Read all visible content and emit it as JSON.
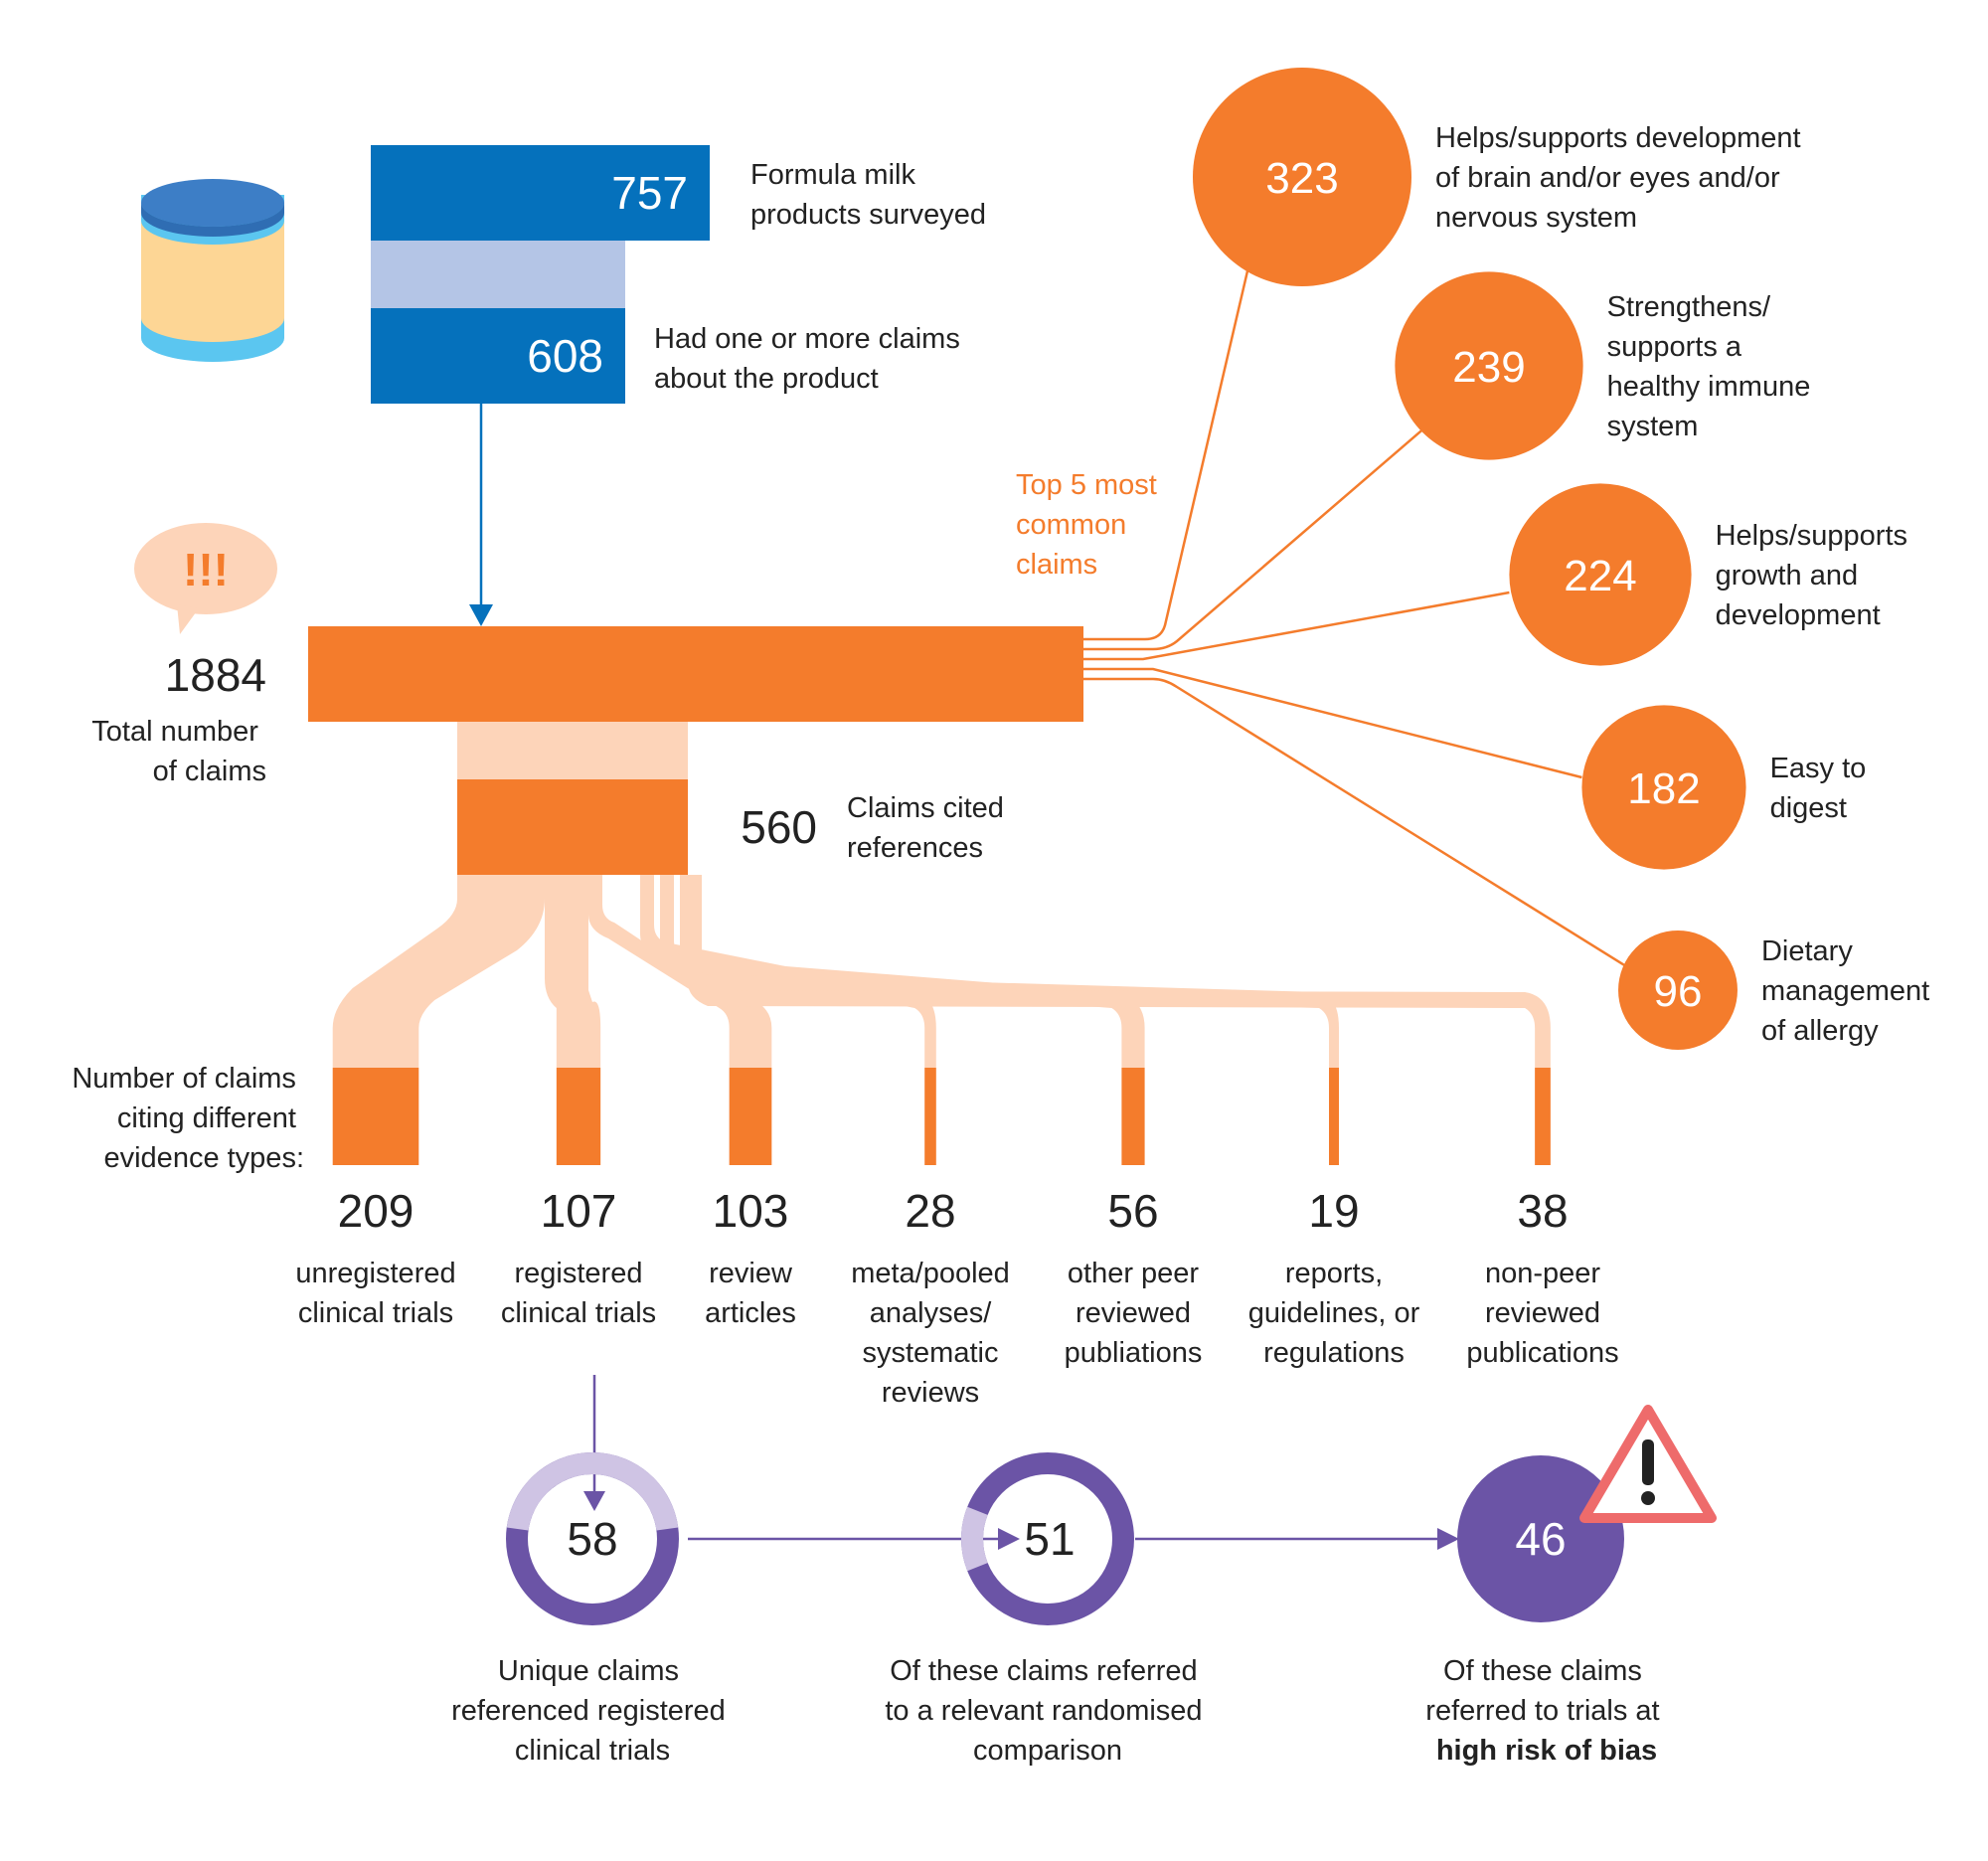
{
  "colors": {
    "blue": "#0571BC",
    "blue_light": "#B4C5E6",
    "orange": "#F47C2C",
    "orange_light": "#FDD4B9",
    "orange_text": "#F47C2C",
    "purple": "#6B54A6",
    "purple_light": "#CFC4E4",
    "text": "#222222",
    "warning": "#EE6B6B",
    "can_top": "#3D7EC6",
    "can_band": "#5BC6F0",
    "can_body": "#FDD695"
  },
  "icons": {
    "can": "formula-can-icon",
    "speech": "speech-bubble-icon",
    "warning": "warning-triangle-icon"
  },
  "products": {
    "surveyed": {
      "value": "757",
      "label_lines": [
        "Formula milk",
        "products surveyed"
      ]
    },
    "with_claims": {
      "value": "608",
      "label_lines": [
        "Had one or more claims",
        "about the product"
      ]
    }
  },
  "speech_text": "!!!",
  "total_claims": {
    "value": "1884",
    "label_lines": [
      "Total number",
      "of claims"
    ]
  },
  "cited_refs": {
    "value": "560",
    "label_lines": [
      "Claims cited",
      "references"
    ]
  },
  "top_claims_caption": [
    "Top 5 most",
    "common",
    "claims"
  ],
  "top_claims": [
    {
      "value": 323,
      "label_lines": [
        "Helps/supports development",
        "of brain and/or eyes and/or",
        "nervous system"
      ]
    },
    {
      "value": 239,
      "label_lines": [
        "Strengthens/",
        "supports a",
        "healthy immune",
        "system"
      ]
    },
    {
      "value": 224,
      "label_lines": [
        "Helps/supports",
        "growth and",
        "development"
      ]
    },
    {
      "value": 182,
      "label_lines": [
        "Easy to",
        "digest"
      ]
    },
    {
      "value": 96,
      "label_lines": [
        "Dietary",
        "management",
        "of allergy"
      ]
    }
  ],
  "evidence_caption": [
    "Number of claims",
    "citing different",
    "evidence types:"
  ],
  "evidence_types": [
    {
      "value": 209,
      "label_lines": [
        "unregistered",
        "clinical trials"
      ]
    },
    {
      "value": 107,
      "label_lines": [
        "registered",
        "clinical trials"
      ]
    },
    {
      "value": 103,
      "label_lines": [
        "review",
        "articles"
      ]
    },
    {
      "value": 28,
      "label_lines": [
        "meta/pooled",
        "analyses/",
        "systematic",
        "reviews"
      ]
    },
    {
      "value": 56,
      "label_lines": [
        "other peer",
        "reviewed",
        "publiations"
      ]
    },
    {
      "value": 19,
      "label_lines": [
        "reports,",
        "guidelines, or",
        "regulations"
      ]
    },
    {
      "value": 38,
      "label_lines": [
        "non-peer",
        "reviewed",
        "publications"
      ]
    }
  ],
  "registered_chain": [
    {
      "value": 58,
      "label_lines": [
        "Unique claims",
        "referenced registered",
        "clinical trials"
      ],
      "fraction_of_previous": 0.542
    },
    {
      "value": 51,
      "label_lines": [
        "Of these claims referred",
        "to a relevant randomised",
        "comparison"
      ],
      "fraction_of_previous": 0.879
    },
    {
      "value": 46,
      "label_lines": [
        "Of these claims",
        "referred to trials at"
      ],
      "bold_line": "high risk of bias",
      "fraction_of_previous": 0.902
    }
  ]
}
